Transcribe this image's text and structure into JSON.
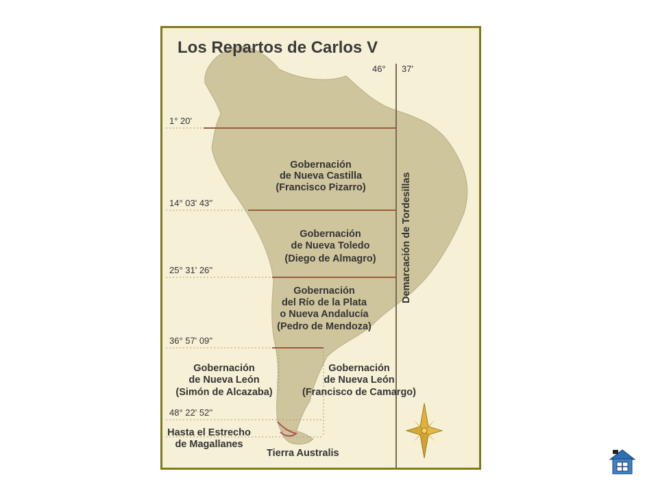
{
  "title": "Los Repartos de Carlos V",
  "meridian": {
    "deg": "46°",
    "min": "37'",
    "label": "Demarcación de Tordesillas"
  },
  "parallels": [
    "1° 20'",
    "14° 03' 43''",
    "25° 31' 26''",
    "36° 57' 09''",
    "48° 22' 52''"
  ],
  "regions": {
    "nueva_castilla": [
      "Gobernación",
      "de Nueva Castilla",
      "(Francisco Pizarro)"
    ],
    "nueva_toledo": [
      "Gobernación",
      "de Nueva Toledo",
      "(Diego de Almagro)"
    ],
    "rio_plata": [
      "Gobernación",
      "del Río de la Plata",
      "o Nueva Andalucía",
      "(Pedro de Mendoza)"
    ],
    "nueva_leon_west": [
      "Gobernación",
      "de Nueva León",
      "(Simón de Alcazaba)"
    ],
    "nueva_leon_east": [
      "Gobernación",
      "de Nueva León",
      "(Francisco de Camargo)"
    ],
    "estrecho": [
      "Hasta el Estrecho",
      "de Magallanes"
    ],
    "tierra_australis": "Tierra Australis"
  },
  "colors": {
    "land": "#cfc59c",
    "sea": "#f6f0d6",
    "line": "#9b5a3c",
    "frame": "#7f7a16"
  },
  "icons": {
    "compass": "compass-rose-icon",
    "home": "home-icon"
  }
}
